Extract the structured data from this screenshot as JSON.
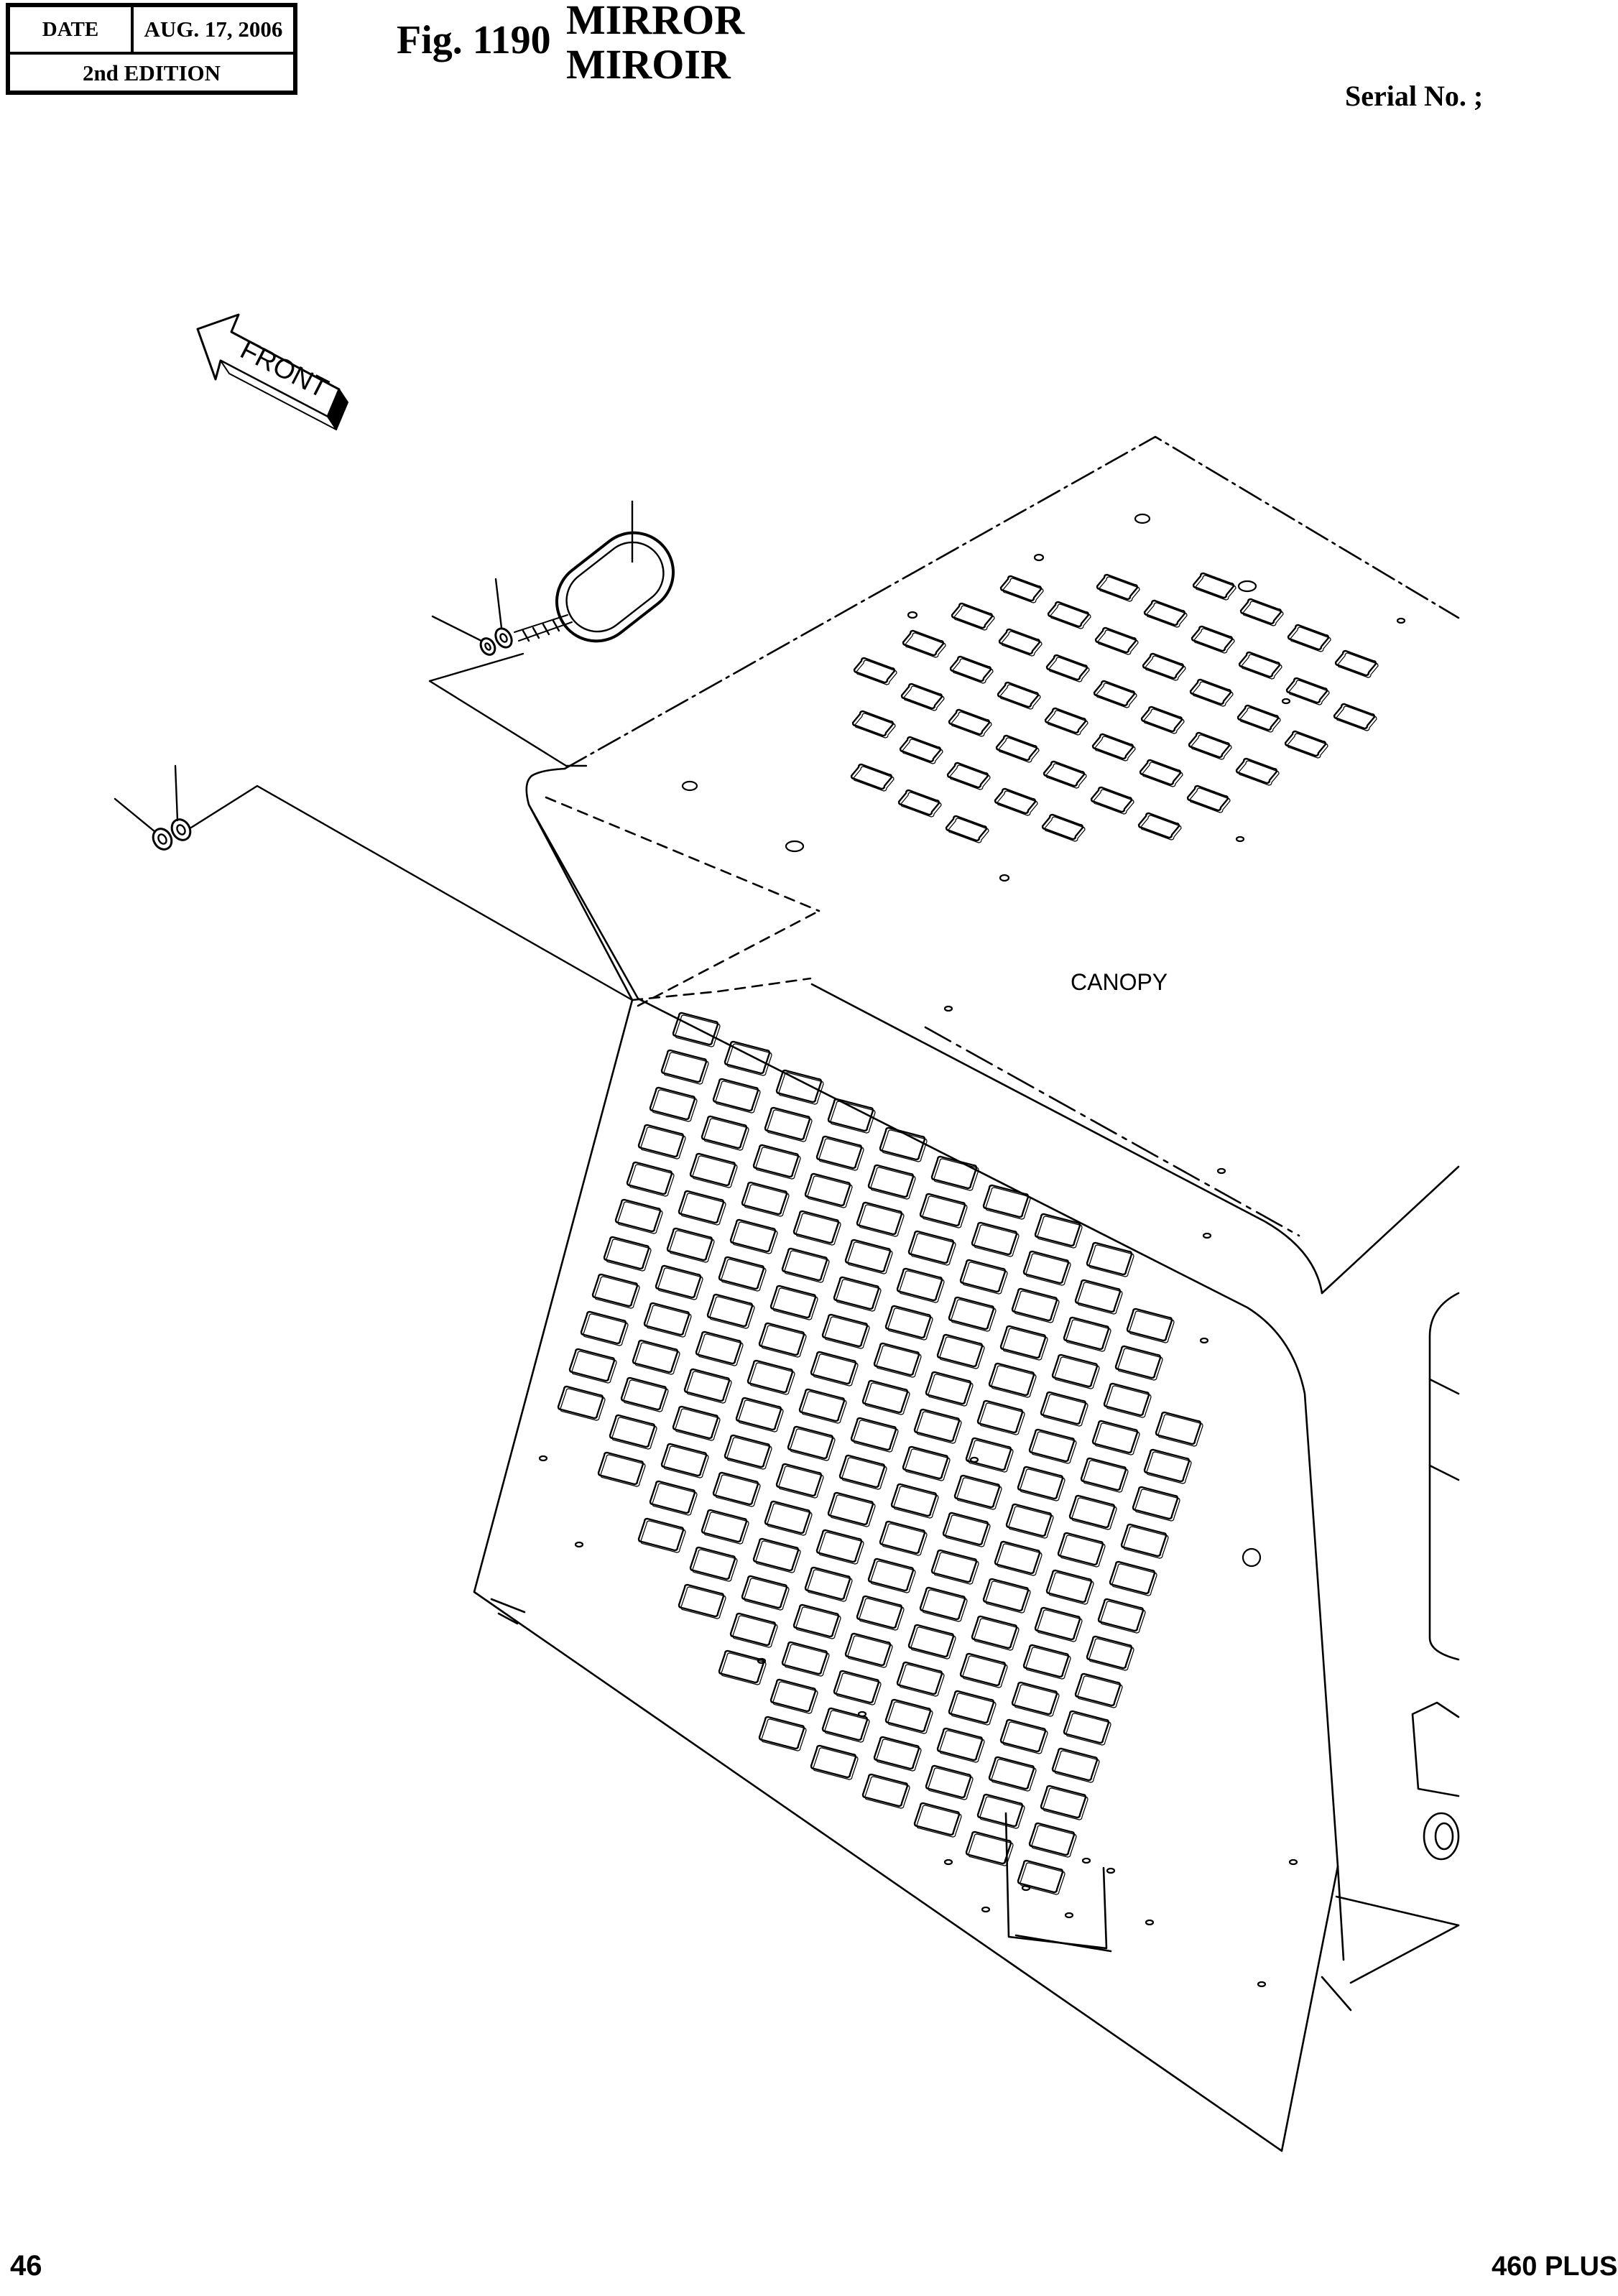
{
  "header": {
    "date_label": "DATE",
    "date_value": "AUG. 17, 2006",
    "edition": "2nd EDITION"
  },
  "figure": {
    "number": "Fig. 1190",
    "title_en": "MIRROR",
    "title_fr": "MIROIR"
  },
  "serial": "Serial No. ;",
  "diagram": {
    "front_label": "FRONT",
    "canopy_label": "CANOPY"
  },
  "footer": {
    "page_number": "46",
    "model": "460 PLUS"
  }
}
